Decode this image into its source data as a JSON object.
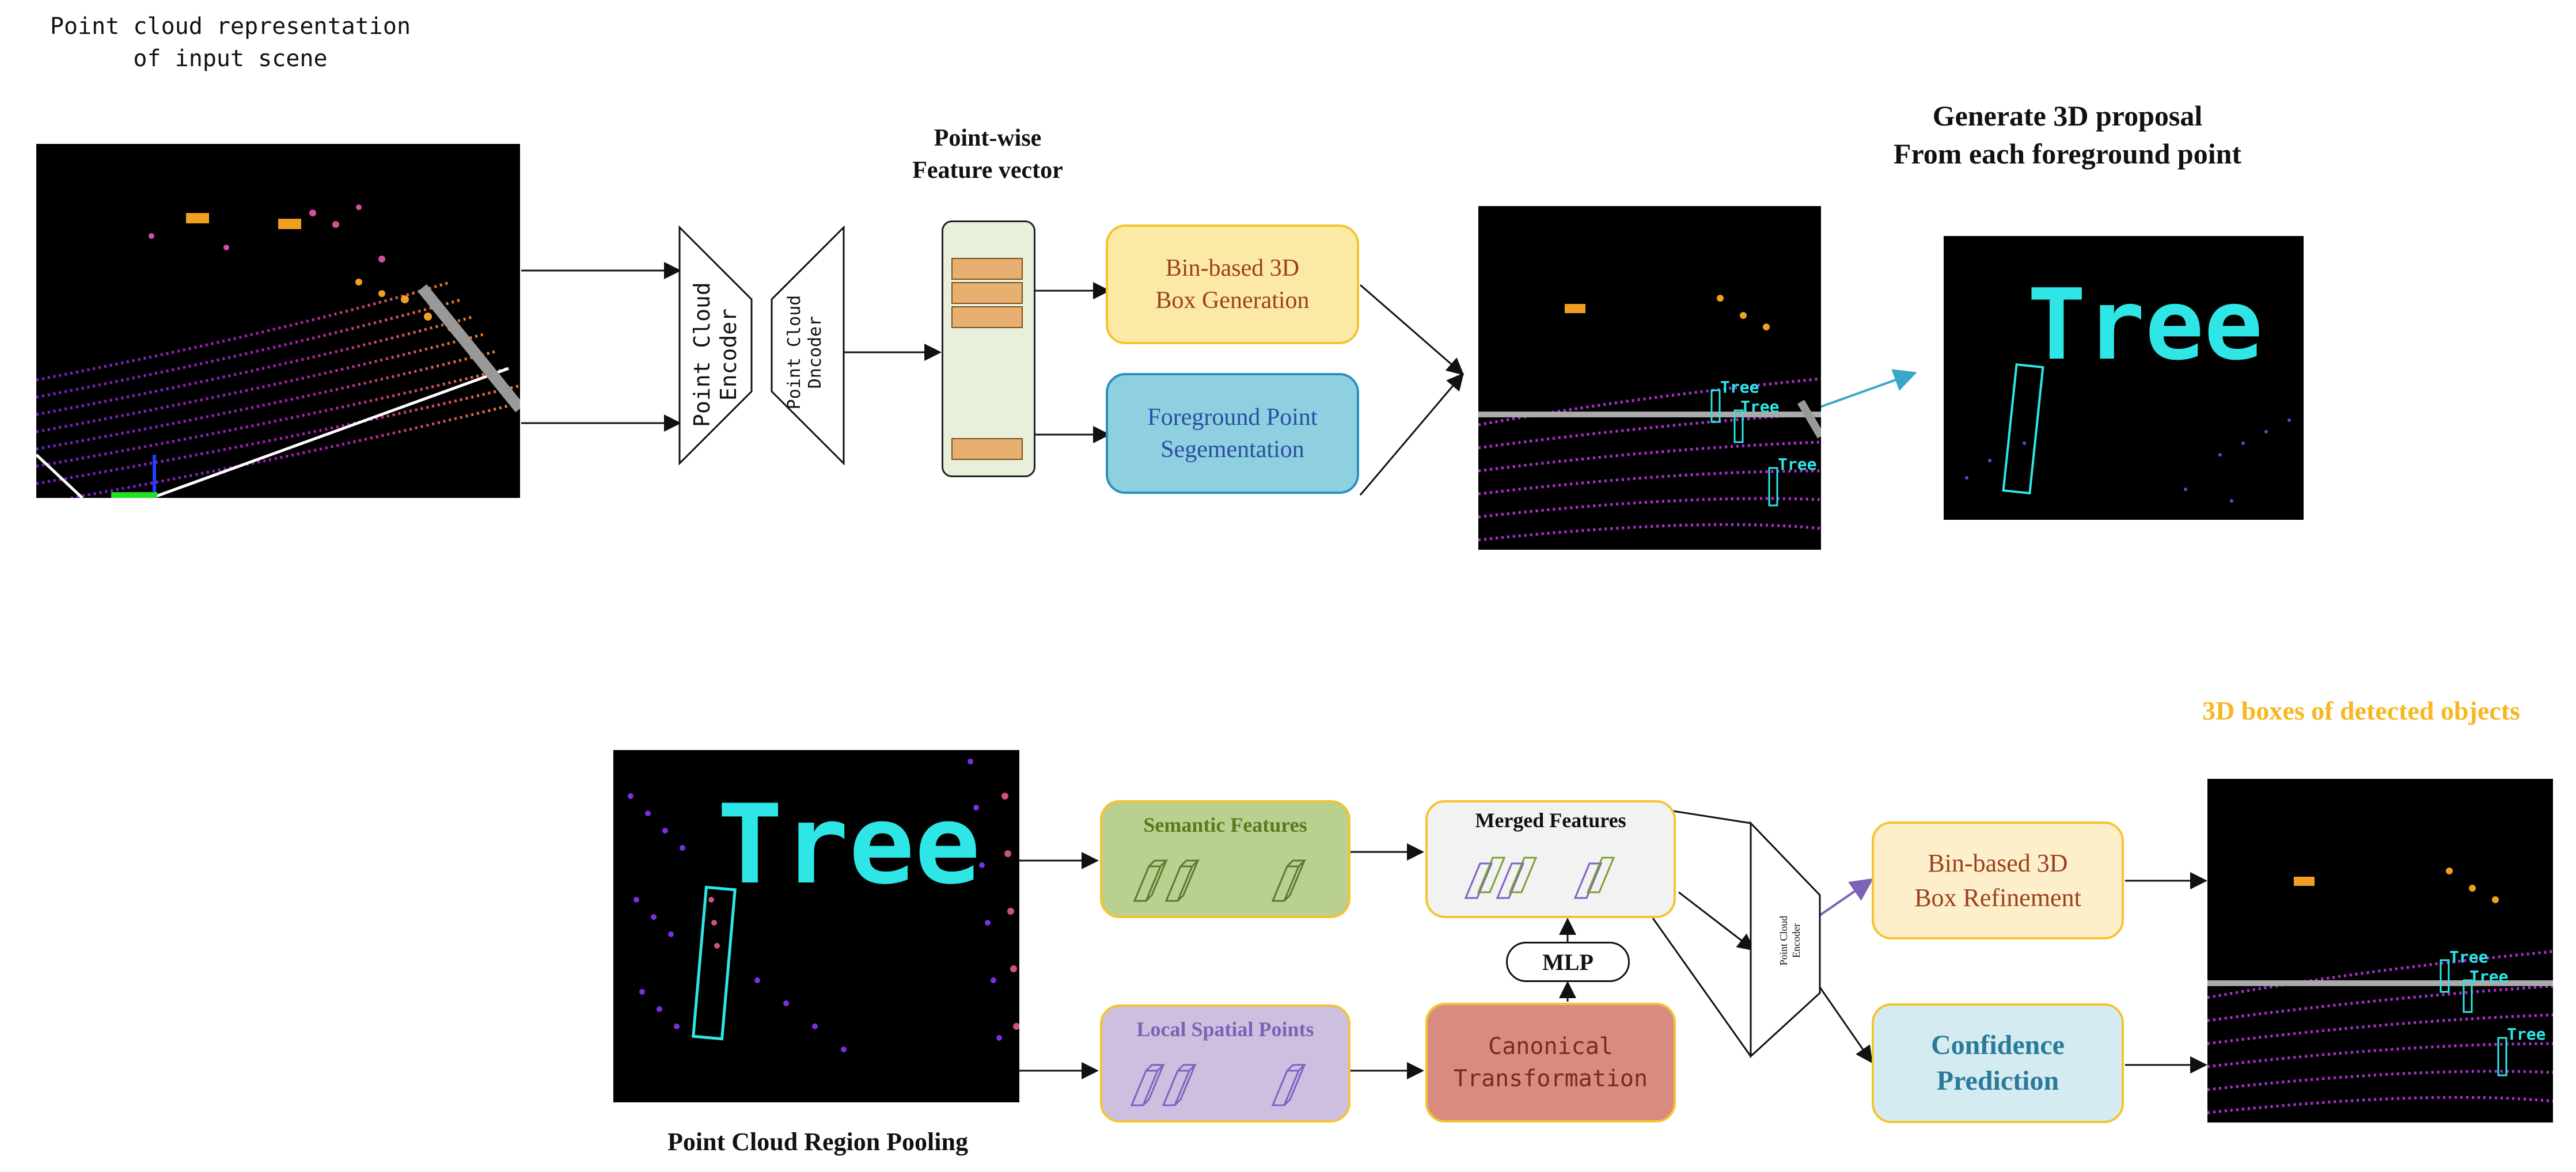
{
  "top": {
    "input_caption": "Point cloud representation\nof input scene",
    "feature_caption": "Point-wise\nFeature vector",
    "proposal_caption": "Generate 3D proposal\nFrom each foreground point",
    "encoder_label": "Point Cloud\nEncoder",
    "decoder_label": "Point Cloud\nDncoder",
    "box_generation": "Bin-based 3D\nBox Generation",
    "foreground_seg": "Foreground Point\nSegementation",
    "tree_label": "Tree",
    "tree_small_1": "Tree",
    "tree_small_2": "Tree",
    "tree_small_3": "Tree"
  },
  "bottom": {
    "detected_caption": "3D boxes of detected objects",
    "pooling_caption": "Point Cloud Region Pooling",
    "semantic_features": "Semantic Features",
    "local_spatial_points": "Local Spatial Points",
    "merged_features": "Merged Features",
    "mlp": "MLP",
    "canonical": "Canonical\nTransformation",
    "encoder_small": "Point Cloud\nEncoder",
    "box_refinement": "Bin-based 3D\nBox Refinement",
    "confidence": "Confidence\nPrediction",
    "tree_label": "Tree",
    "tree_small_1": "Tree",
    "tree_small_2": "Tree",
    "tree_small_3": "Tree"
  },
  "colors": {
    "box_yellow_fill": "#fde9a6",
    "box_yellow_border": "#f4c430",
    "box_blue_fill": "#8ecfe0",
    "box_blue_border": "#2a8fc0",
    "semantic_fill": "#b9d08f",
    "local_fill": "#cdbfe0",
    "canonical_fill": "#d98b82",
    "confidence_fill": "#d4ebf1",
    "refine_fill": "#fdefc9",
    "detected_caption": "#f6b820",
    "tree_cyan": "#2ee6e6",
    "feature_panel": "#e8f0dc"
  }
}
